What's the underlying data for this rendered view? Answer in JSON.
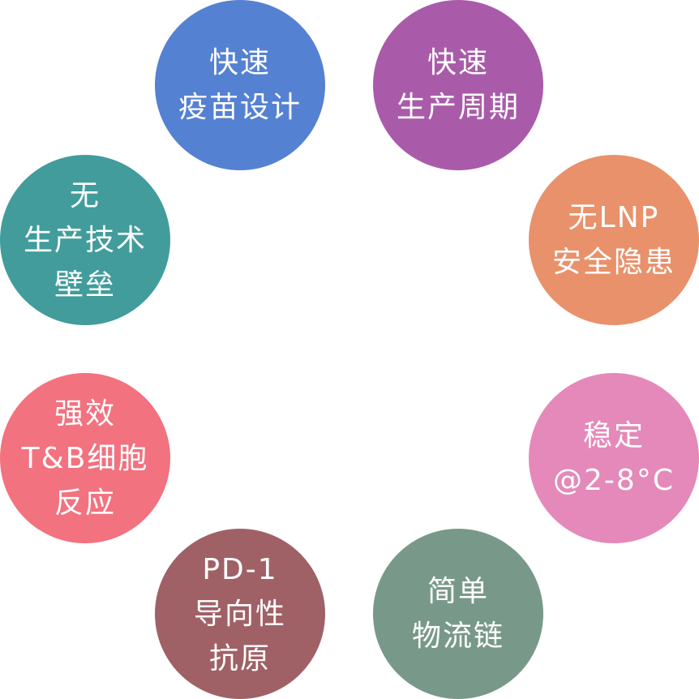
{
  "circles": [
    {
      "id": "fast-vaccine-design",
      "color": "#5581d2",
      "lines": [
        "快速",
        "疫苗设计"
      ]
    },
    {
      "id": "fast-production-cycle",
      "color": "#a95ba9",
      "lines": [
        "快速",
        "生产周期"
      ]
    },
    {
      "id": "no-lnp-safety-risk",
      "color": "#e9916b",
      "lines": [
        "无LNP",
        "安全隐患"
      ]
    },
    {
      "id": "stable-2-8c",
      "color": "#e489b9",
      "lines": [
        "稳定",
        "@2-8°C"
      ]
    },
    {
      "id": "simple-supply-chain",
      "color": "#78998a",
      "lines": [
        "简单",
        "物流链"
      ]
    },
    {
      "id": "pd1-targeted-antigen",
      "color": "#a06166",
      "lines": [
        "PD-1",
        "导向性",
        "抗原"
      ]
    },
    {
      "id": "strong-tb-cell-response",
      "color": "#f2727f",
      "lines": [
        "强效",
        "T&B细胞",
        "反应"
      ]
    },
    {
      "id": "no-production-tech-barrier",
      "color": "#429c9c",
      "lines": [
        "无",
        "生产技术",
        "壁垒"
      ]
    }
  ]
}
